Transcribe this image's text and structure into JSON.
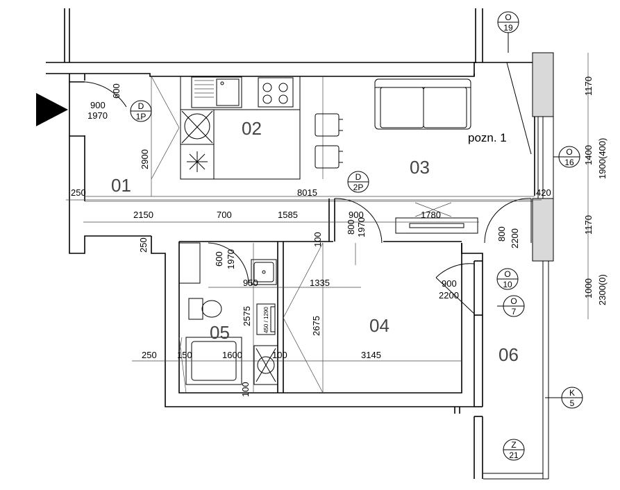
{
  "rooms": {
    "r01": "01",
    "r02": "02",
    "r03": "03",
    "r04": "04",
    "r05": "05",
    "r06": "06"
  },
  "tags": {
    "d1p": {
      "top": "D",
      "bottom": "1P"
    },
    "d2p": {
      "top": "D",
      "bottom": "2P"
    },
    "o19": {
      "top": "O",
      "bottom": "19"
    },
    "o16": {
      "top": "O",
      "bottom": "16"
    },
    "o10": {
      "top": "O",
      "bottom": "10"
    },
    "o7": {
      "top": "O",
      "bottom": "7"
    },
    "k5": {
      "top": "K",
      "bottom": "5"
    },
    "z21": {
      "top": "Z",
      "bottom": "21"
    }
  },
  "note": "pozn. 1",
  "dims": {
    "d900_main": "900",
    "d1970_main": "1970",
    "d600_main": "600",
    "d2900": "2900",
    "d8015": "8015",
    "d250_left": "250",
    "d420": "420",
    "d2150": "2150",
    "d700": "700",
    "d1585": "1585",
    "d900_mid": "900",
    "d800_mid": "800",
    "d1970_mid": "1970",
    "d1780": "1780",
    "d800_right": "800",
    "d2200_right": "2200",
    "d250_bath": "250",
    "d100_top": "100",
    "d600_bath": "600",
    "d1970_bath": "1970",
    "d950": "950",
    "d1335": "1335",
    "d2575": "2575",
    "d2675": "2675",
    "d450_1290": "450 / 1290",
    "d900_04": "900",
    "d2200_04": "2200",
    "d250_bottom": "250",
    "d150": "150",
    "d1600": "1600",
    "d100_bottom": "100",
    "d3145": "3145",
    "d100_vert": "100",
    "d1170_top": "1170",
    "d1900_400": "1900(400)",
    "d1400": "1400",
    "d1170_mid": "1170",
    "d1000": "1000",
    "d2300_0": "2300(0)"
  }
}
